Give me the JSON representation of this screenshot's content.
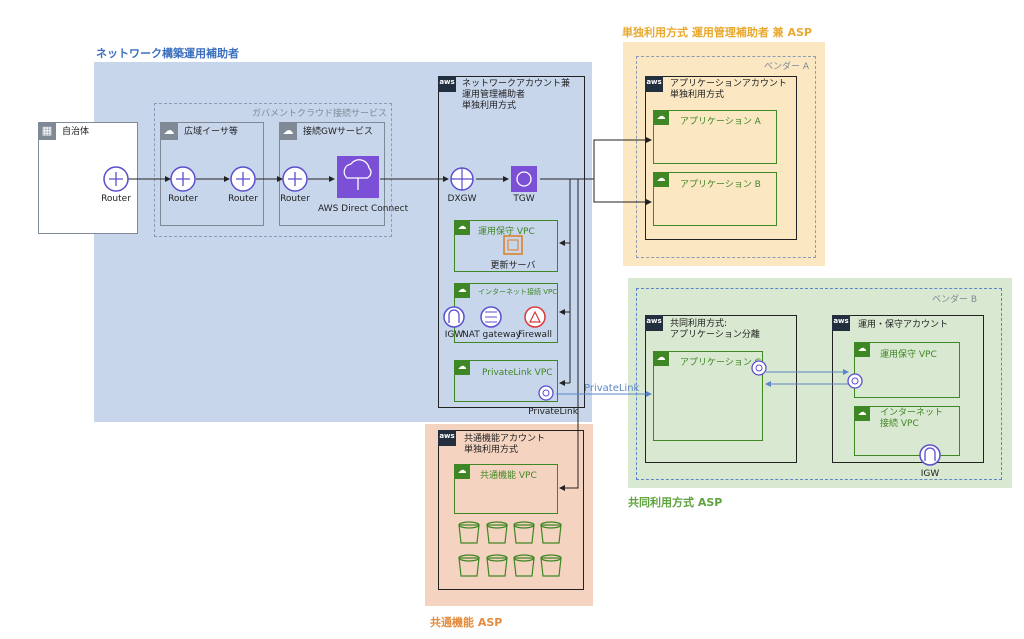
{
  "regions": {
    "network": "ネットワーク構築運用補助者",
    "single_asp": "単独利用方式 運用管理補助者 兼 ASP",
    "shared_asp": "共同利用方式 ASP",
    "common_asp": "共通機能 ASP"
  },
  "municipality": {
    "label": "自治体",
    "router": "Router"
  },
  "gov_cloud": {
    "title": "ガバメントクラウド接続サービス",
    "wide_area": {
      "label": "広域イーサ等",
      "router1": "Router",
      "router2": "Router"
    },
    "conn_gw": {
      "label": "接続GWサービス",
      "router": "Router",
      "direct_connect": "AWS Direct Connect"
    }
  },
  "network_account": {
    "title": "ネットワークアカウント兼\n運用管理補助者\n単独利用方式",
    "dxgw": "DXGW",
    "tgw": "TGW",
    "ops_vpc": {
      "label": "運用保守 VPC",
      "server": "更新サーバ"
    },
    "inet_vpc": {
      "label": "インターネット接続 VPC",
      "igw": "IGW",
      "nat": "NAT gateway",
      "firewall": "Firewall"
    },
    "privatelink_vpc": {
      "label": "PrivateLink VPC",
      "endpoint": "PrivateLink"
    }
  },
  "vendor_a": {
    "label": "ベンダー A",
    "account": "アプリケーションアカウント\n単独利用方式",
    "app_a": "アプリケーション A",
    "app_b": "アプリケーション B"
  },
  "vendor_b": {
    "label": "ベンダー B",
    "shared_account": "共同利用方式:\nアプリケーション分離",
    "app_c": "アプリケーション C",
    "ops_account": "運用・保守アカウント",
    "ops_vpc": "運用保守 VPC",
    "inet_vpc": "インターネット\n接続 VPC",
    "igw": "IGW"
  },
  "privatelink_link": "PrivateLink",
  "common": {
    "account": "共通機能アカウント\n単独利用方式",
    "vpc": "共通機能 VPC"
  },
  "icons": {
    "aws": "aws",
    "cloud": "☁"
  },
  "colors": {
    "network_bg": "#c8d6ec",
    "single_asp_bg": "#fbe7c2",
    "shared_asp_bg": "#d9e8d0",
    "common_asp_bg": "#f4d4c0",
    "single_asp_label": "#e9a92f",
    "shared_asp_label": "#5ea33d",
    "common_asp_label": "#e48b3c",
    "network_label": "#3b6fbf",
    "vpc_green": "#3f8624",
    "router_purple": "#5a4fcf"
  }
}
